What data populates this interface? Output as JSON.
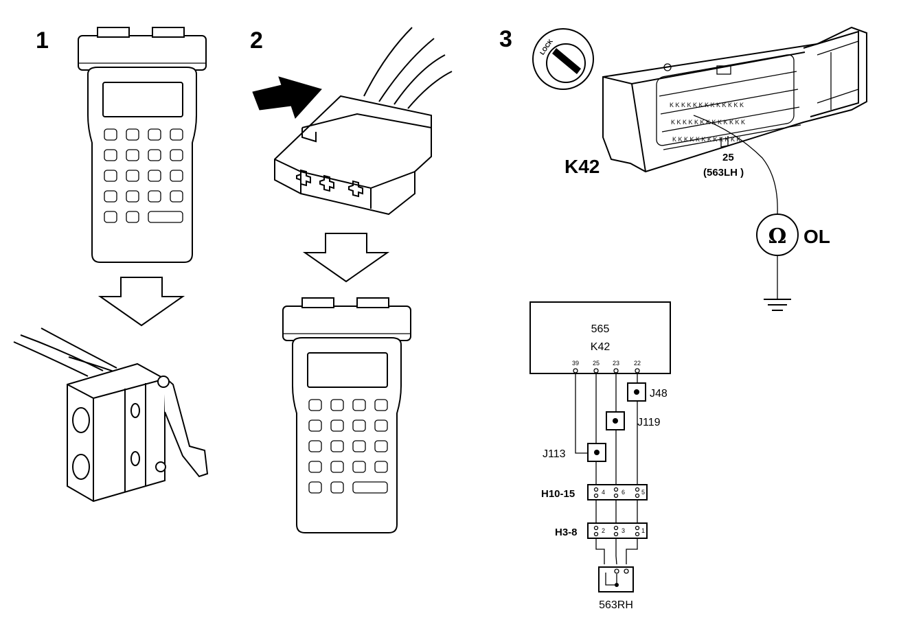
{
  "steps": {
    "s1": "1",
    "s2": "2",
    "s3": "3"
  },
  "lock_label": "LOCK",
  "connector": {
    "name": "K42",
    "pin": "25",
    "wire": "(563LH )"
  },
  "meter": {
    "symbol": "Ω",
    "reading": "OL"
  },
  "schematic": {
    "module_number": "565",
    "module_name": "K42",
    "pins": [
      "39",
      "25",
      "23",
      "22"
    ],
    "junctions": [
      "J48",
      "J119",
      "J113"
    ],
    "connector_a": {
      "name": "H10-15",
      "pins": [
        "4",
        "6",
        "5"
      ]
    },
    "connector_b": {
      "name": "H3-8",
      "pins": [
        "2",
        "3",
        "1"
      ]
    },
    "component": "563RH"
  }
}
